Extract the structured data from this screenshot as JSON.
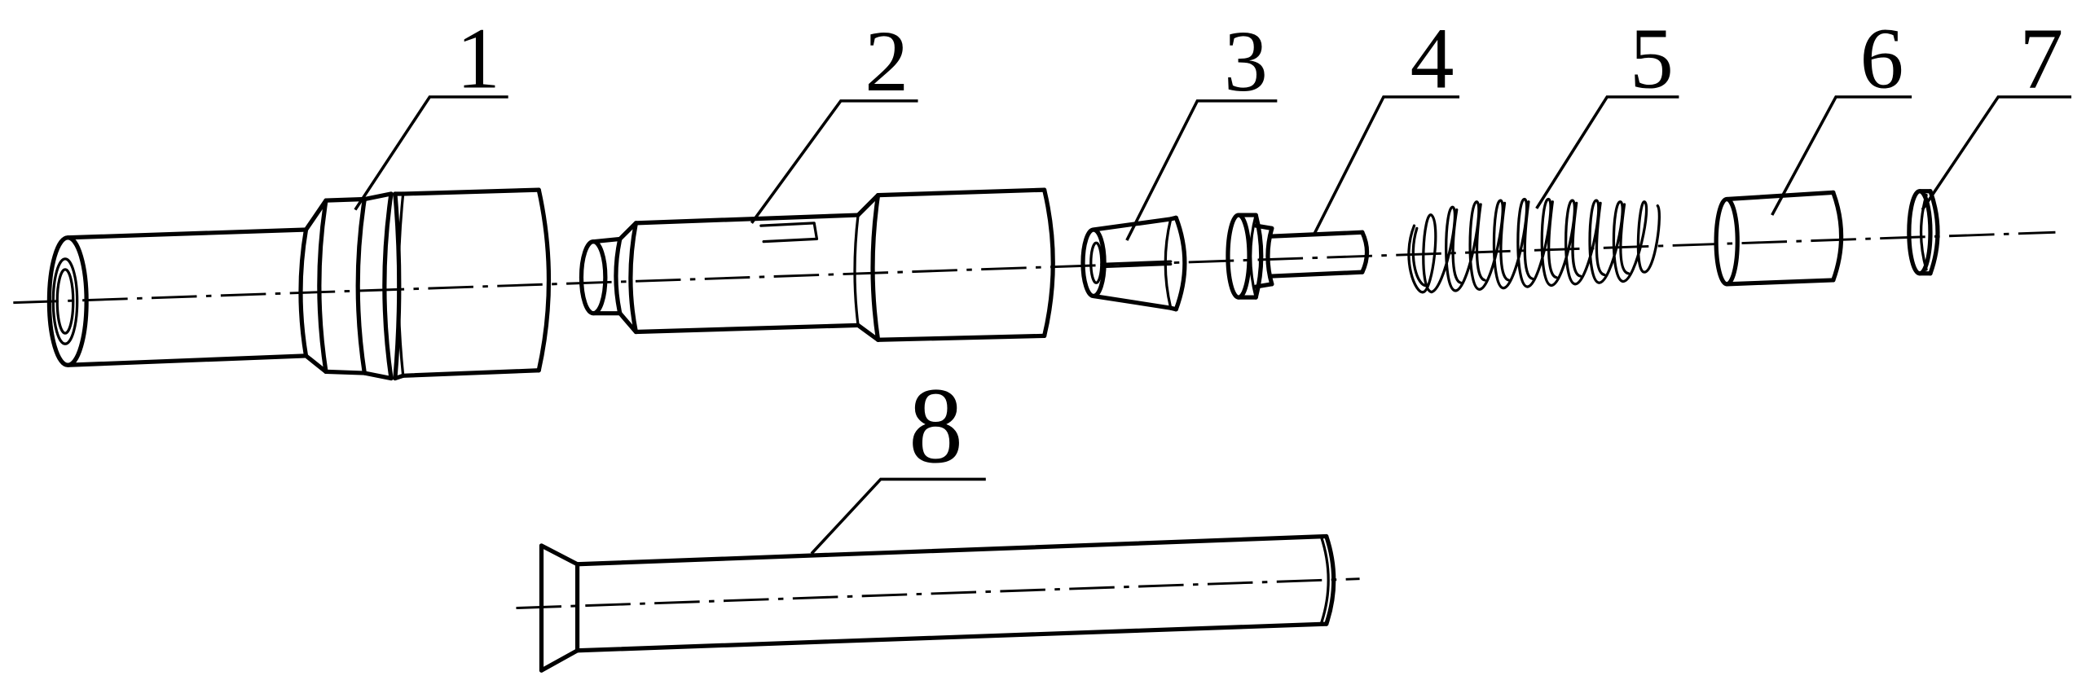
{
  "diagram": {
    "type": "exploded-assembly",
    "callouts": [
      "1",
      "2",
      "3",
      "4",
      "5",
      "6",
      "7",
      "8"
    ]
  }
}
